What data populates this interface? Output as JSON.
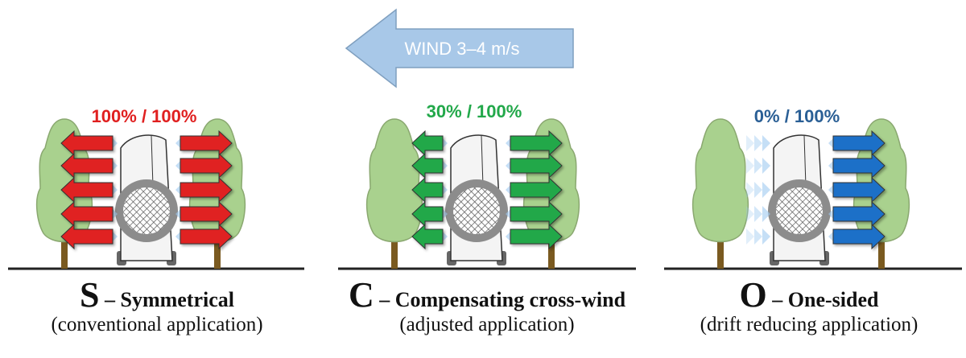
{
  "wind": {
    "label": "WIND 3–4 m/s",
    "arrow_fill": "#a8c8e8",
    "arrow_stroke": "#7f9fbf"
  },
  "colors": {
    "tree": "#a9d18e",
    "tree_stroke": "#8aa870",
    "trunk": "#7a5a20",
    "ground": "#222222",
    "sprayer_body": "#f4f4f4",
    "fan_ring": "#8c8c8c",
    "wheel": "#666666",
    "mist": "#9ec9f0"
  },
  "panels": [
    {
      "id": "symmetrical",
      "ratio": "100% / 100%",
      "color": "#e02020",
      "left_active": true,
      "right_active": true,
      "letter": "S",
      "dash": " – ",
      "title": "Symmetrical",
      "subtitle": "(conventional application)"
    },
    {
      "id": "compensating",
      "ratio": "30% / 100%",
      "color": "#22a84a",
      "left_active": true,
      "right_active": true,
      "left_small": true,
      "letter": "C",
      "dash": " – ",
      "title": "Compensating cross-wind",
      "subtitle": "(adjusted application)"
    },
    {
      "id": "one-sided",
      "ratio": "0% / 100%",
      "color": "#2a5f95",
      "arrow_color": "#1f6fc8",
      "left_active": false,
      "right_active": true,
      "letter": "O",
      "dash": " – ",
      "title": "One-sided",
      "subtitle": "(drift reducing application)"
    }
  ]
}
